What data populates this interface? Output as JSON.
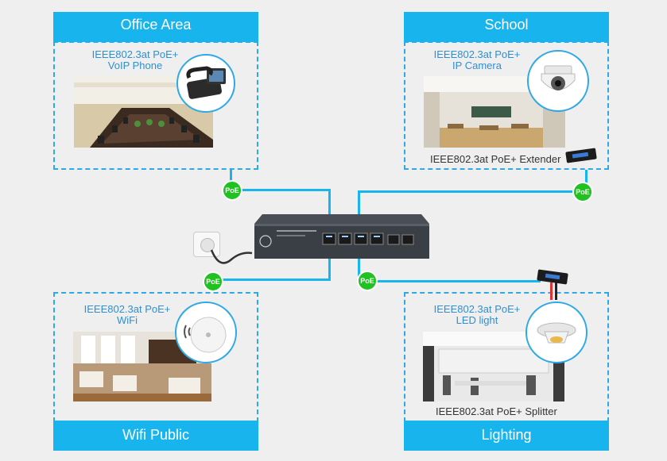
{
  "accent_color": "#18b4ee",
  "poe_color": "#1fc21f",
  "panels": {
    "office": {
      "title": "Office Area",
      "caption_line1": "IEEE802.3at  PoE+",
      "caption_line2": "VoIP Phone",
      "icon": "voip-phone-icon"
    },
    "school": {
      "title": "School",
      "caption_line1": "IEEE802.3at  PoE+",
      "caption_line2": "IP Camera",
      "extender_label": "IEEE802.3at  PoE+ Extender",
      "icon": "ip-camera-icon"
    },
    "wifi": {
      "title": "Wifi Public",
      "caption_line1": "IEEE802.3at  PoE+",
      "caption_line2": "WiFi",
      "icon": "wifi-access-point-icon"
    },
    "lighting": {
      "title": "Lighting",
      "caption_line1": "IEEE802.3at  PoE+",
      "caption_line2": "LED  light",
      "splitter_label": "IEEE802.3at  PoE+ Splitter",
      "icon": "led-light-icon"
    }
  },
  "poe_badges": {
    "top_left": "PoE",
    "top_right": "PoE",
    "bottom_left": "PoE",
    "bottom_right": "PoE"
  }
}
